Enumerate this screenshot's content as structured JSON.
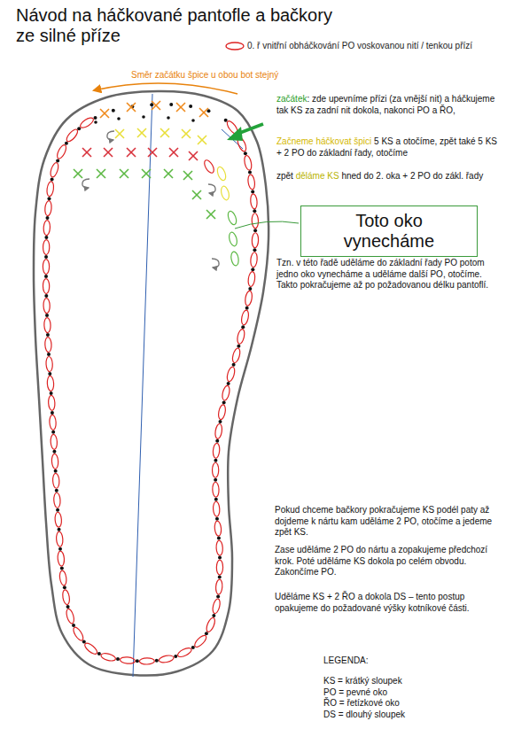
{
  "diagram": {
    "title": "Návod na háčkované pantofle a bačkory ze silné příze",
    "nodes": [
      {
        "text": [
          "Toto oko vynecháme"
        ]
      }
    ],
    "labels": [
      "0. ř vnitřní obháčkování PO voskovanou nití / tenkou přízí",
      "Směr začátku špice u obou bot stejný",
      "začátek",
      ": zde upevníme přízi (za vnější nit) a háčkujeme tak KS za zadní nit dokola, nakonci PO a ŘO,",
      "Začneme háčkovat špici",
      "5 KS a otočíme, zpět také 5 KS + 2 PO do základní řady, otočíme",
      "zpět",
      "děláme KS",
      "hned do 2. oka + 2 PO do zákl. řady",
      "Tzn. v této řadě uděláme do základní řady PO potom jedno oko vynecháme a uděláme další PO, otočíme. Takto pokračujeme až po požadovanou délku pantoflí.",
      "Pokud chceme bačkory pokračujeme KS podél paty až dojdeme k nártu kam uděláme 2 PO, otočíme a jedeme zpět KS.",
      "Zase uděláme 2 PO do nártu a zopakujeme předchozí krok. Poté uděláme KS dokola po celém obvodu. Zakončíme PO.",
      "Uděláme KS + 2 ŘO a dokola DS – tento postup opakujeme do požadované výšky kotníkové části.",
      "LEGENDA:"
    ],
    "legend": [
      {
        "text": "KS = krátký sloupek"
      },
      {
        "text": "PO = pevné oko"
      },
      {
        "text": "ŘO = řetízkové oko"
      },
      {
        "text": "DS = dlouhý sloupek"
      }
    ]
  }
}
